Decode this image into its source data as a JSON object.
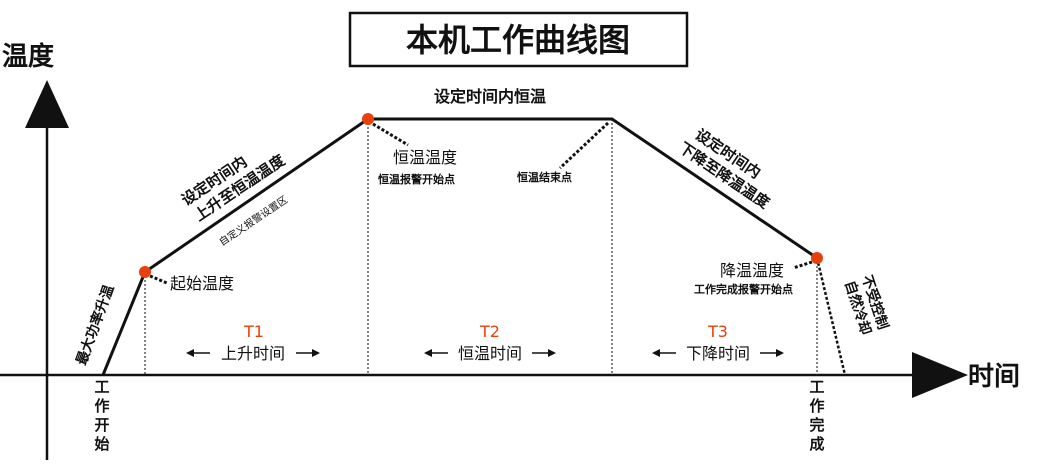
{
  "title": "本机工作曲线图",
  "axes": {
    "y_label": "温度",
    "x_label": "时间"
  },
  "curve": {
    "rise_label": "最大功率升温",
    "start_temp": "起始温度",
    "ramp_up_line1": "设定时间内",
    "ramp_up_line2": "上升至恒温温度",
    "custom_alarm": "自定义报警设置区",
    "hold_label": "设定时间内恒温",
    "hold_temp": "恒温温度",
    "hold_alarm_start": "恒温报警开始点",
    "hold_end": "恒温结束点",
    "ramp_down_line1": "设定时间内",
    "ramp_down_line2": "下降至降温温度",
    "cool_temp": "降温温度",
    "done_alarm_start": "工作完成报警开始点",
    "natural_cool_line1": "不受控制",
    "natural_cool_line2": "自然冷却"
  },
  "events": {
    "start": "工作开始",
    "finish": "工作完成"
  },
  "periods": [
    {
      "name": "T1",
      "label": "上升时间"
    },
    {
      "name": "T2",
      "label": "恒温时间"
    },
    {
      "name": "T3",
      "label": "下降时间"
    }
  ],
  "colors": {
    "marker": "#e8400c",
    "period": "#e8400c",
    "line": "#111111"
  }
}
